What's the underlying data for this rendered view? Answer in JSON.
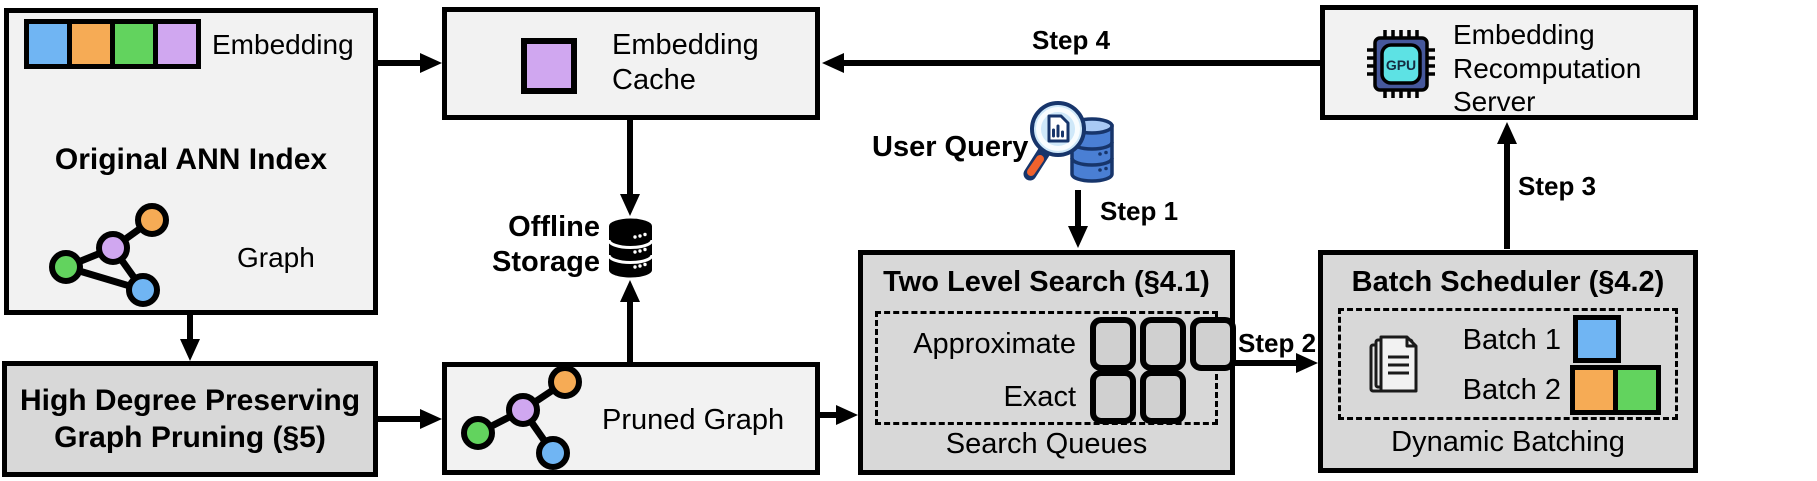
{
  "colors": {
    "blue": "#70b5f3",
    "orange": "#f6ab55",
    "green": "#62d35e",
    "purple": "#d0a7f0",
    "box_light": "#f2f2f2",
    "box_gray": "#d8d8d8",
    "queue_fill": "#d0d0d0",
    "gpu_chip": "#46589c",
    "gpu_core": "#5de2e4",
    "db_fill": "#4a7fd4",
    "db_top": "#a9c9f4",
    "db_outline": "#17356b",
    "lens_fill": "#cfe8f9",
    "lens_rim": "#2d6cb5",
    "handle": "#f0622d"
  },
  "ann_index": {
    "title": "Original ANN Index",
    "embedding_label": "Embedding",
    "graph_label": "Graph"
  },
  "graph_pruning": {
    "line1": "High Degree Preserving",
    "line2": "Graph Pruning (§5)"
  },
  "embedding_cache": {
    "line1": "Embedding",
    "line2": "Cache"
  },
  "offline_storage": {
    "line1": "Offline",
    "line2": "Storage"
  },
  "pruned_graph": {
    "label": "Pruned Graph"
  },
  "user_query": {
    "label": "User Query"
  },
  "two_level_search": {
    "title": "Two Level Search (§4.1)",
    "approximate_label": "Approximate",
    "exact_label": "Exact",
    "footer": "Search Queues"
  },
  "batch_scheduler": {
    "title": "Batch Scheduler (§4.2)",
    "batch1_label": "Batch 1",
    "batch2_label": "Batch 2",
    "footer": "Dynamic Batching"
  },
  "recomputation_server": {
    "line1": "Embedding",
    "line2": "Recomputation",
    "line3": "Server",
    "gpu_text": "GPU"
  },
  "steps": {
    "step1": "Step 1",
    "step2": "Step 2",
    "step3": "Step 3",
    "step4": "Step 4"
  }
}
